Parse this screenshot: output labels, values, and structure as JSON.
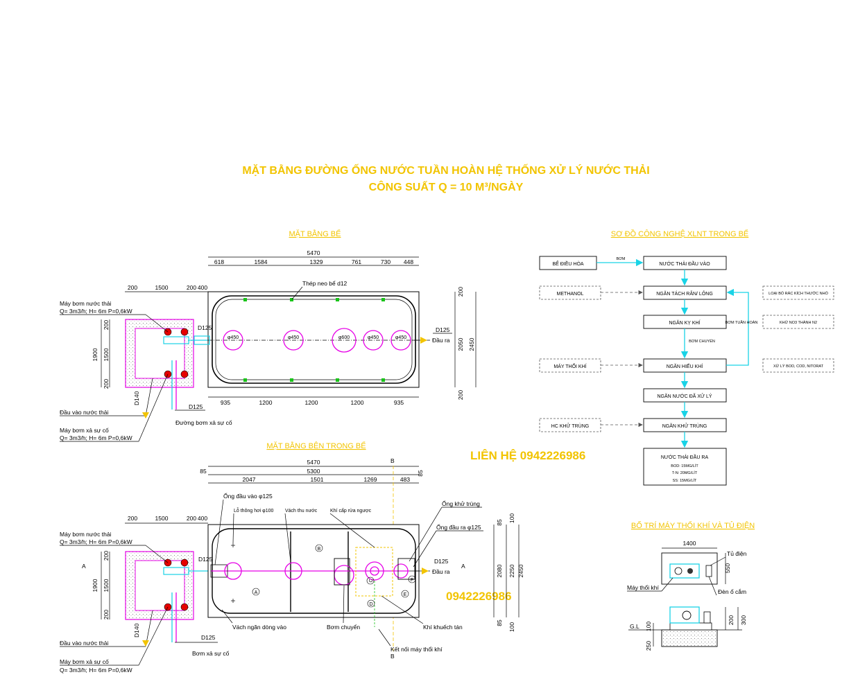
{
  "title": {
    "line1": "MẶT BẰNG ĐƯỜNG ỐNG NƯỚC TUẦN HOÀN HỆ THỐNG XỬ LÝ NƯỚC THẢI",
    "line2": "CÔNG SUẤT Q = 10 M³/NGÀY"
  },
  "contact": {
    "phone_label": "LIÊN HỆ 0942226986",
    "phone": "0942226986"
  },
  "plan_top": {
    "heading": "MẶT BẰNG BỂ",
    "dims_top": {
      "total": "5470",
      "segments": [
        "618",
        "1584",
        "1329",
        "761",
        "730",
        "448"
      ]
    },
    "dims_pump": [
      "200",
      "1500",
      "200",
      "400"
    ],
    "dims_left": [
      "200",
      "1500",
      "200"
    ],
    "dim_left_total": "1900",
    "dims_bottom": [
      "935",
      "1200",
      "1200",
      "1200",
      "935"
    ],
    "dims_right": [
      "200",
      "2050",
      "200"
    ],
    "dim_right_total": "2450",
    "anchor_label": "Thép neo bể d12",
    "openings": [
      "φ450",
      "φ450",
      "φ600",
      "φ450",
      "φ450"
    ],
    "inlet_pipe": "D125",
    "outlet_pipe": "D125",
    "outlet_label": "Đầu ra",
    "pump_label": "Máy bơm nước thải",
    "pump_spec": "Q= 3m3/h; H= 6m P=0,6kW",
    "inlet_label": "Đầu vào nước thải",
    "inlet_pipe_size": "D140",
    "sludge_pump_label": "Máy bơm xả sự cố",
    "sludge_pump_spec": "Q= 3m3/h; H= 6m P=0,6kW",
    "drain_pipe": "D125",
    "drain_label": "Đường bơm xả sự cố"
  },
  "plan_inside": {
    "heading": "MẶT BẰNG BÊN TRONG BỂ",
    "dims_top": {
      "total": "5470",
      "inner": "5300",
      "wall_left": "85",
      "wall_right": "85",
      "segments": [
        "2047",
        "1501",
        "1269",
        "483"
      ]
    },
    "dims_pump": [
      "200",
      "1500",
      "200",
      "400"
    ],
    "dims_left": [
      "200",
      "1500",
      "200"
    ],
    "dim_left_total": "1900",
    "dims_right": {
      "top": [
        "85",
        "100"
      ],
      "mid": [
        "2080",
        "2250",
        "2450"
      ],
      "bottom": [
        "85",
        "100"
      ]
    },
    "section_mark": "B",
    "section_side": "A",
    "labels": {
      "inlet_pipe": "Ống đầu vào φ125",
      "vent": "Lỗ thông hơi φ100",
      "baffle_collect": "Vách thu nước",
      "backwash": "Khí cấp rửa ngược",
      "disinfect_pipe": "Ống khử trùng",
      "outlet_pipe": "Ống đầu ra φ125",
      "outlet": "Đầu ra",
      "outlet_size": "D125",
      "inlet_size": "D125",
      "baffle_flow": "Vách ngăn dòng vào",
      "transfer_pump": "Bơm chuyển",
      "diffuser": "Khí khuếch tán",
      "blower_connect": "Kết nối máy thổi khí",
      "pump_label": "Máy bơm nước thải",
      "pump_spec": "Q= 3m3/h; H= 6m P=0,6kW",
      "inlet_label": "Đầu vào nước thải",
      "inlet_pipe_size": "D140",
      "sludge_pump_label": "Máy bơm xả sự cố",
      "sludge_pump_spec": "Q= 3m3/h; H= 6m P=0,6kW",
      "drain_pipe": "D125",
      "drain_label": "Bơm xả sự cố"
    },
    "chambers": [
      "A",
      "B",
      "C",
      "D",
      "E",
      "F"
    ]
  },
  "process": {
    "heading": "SƠ ĐỒ CÔNG NGHỆ XLNT TRONG BỂ",
    "equalization": "BỂ ĐIỀU HÒA",
    "pump_label": "BƠM",
    "steps": [
      "NƯỚC THẢI ĐẦU VÀO",
      "NGĂN TÁCH RẮN/ LỎNG",
      "NGĂN KỴ KHÍ",
      "NGĂN HIẾU KHÍ",
      "NGĂN NƯỚC ĐÃ XỬ LÝ",
      "NGĂN KHỬ TRÙNG",
      "NƯỚC THẢI ĐẦU RA"
    ],
    "outlet_specs": [
      "BOD: 15MG/LÍT",
      "T-N: 20MG/LÍT",
      "SS: 15MG/LÍT"
    ],
    "inputs": {
      "methanol": "METHANOL",
      "blower": "MÁY THỔI KHÍ",
      "chlorine": "HC KHỬ TRÙNG"
    },
    "notes": [
      "LOẠI BỎ RÁC KÍCH THƯỚC NHỎ",
      "KHỬ NO3 THÀNH N2",
      "XỬ LÝ BOD, COD, NITORAT"
    ],
    "recycle": "BƠM TUẦN HOÀN",
    "transfer": "BƠM CHUYỂN"
  },
  "blower_layout": {
    "heading": "BỐ TRÍ MÁY THỔI KHÍ VÀ TỦ ĐIỆN",
    "width": "1400",
    "depth": "550",
    "panel": "Tủ điện",
    "blower": "Máy thổi khí",
    "socket": "Đèn ổ cắm",
    "ground": "G.L",
    "heights": [
      "100",
      "200",
      "300",
      "250"
    ]
  },
  "colors": {
    "title": "#f2c400",
    "pipe": "#e600e6",
    "flow": "#19d3e6",
    "anchor": "#19c419",
    "pump": "#e60000"
  }
}
